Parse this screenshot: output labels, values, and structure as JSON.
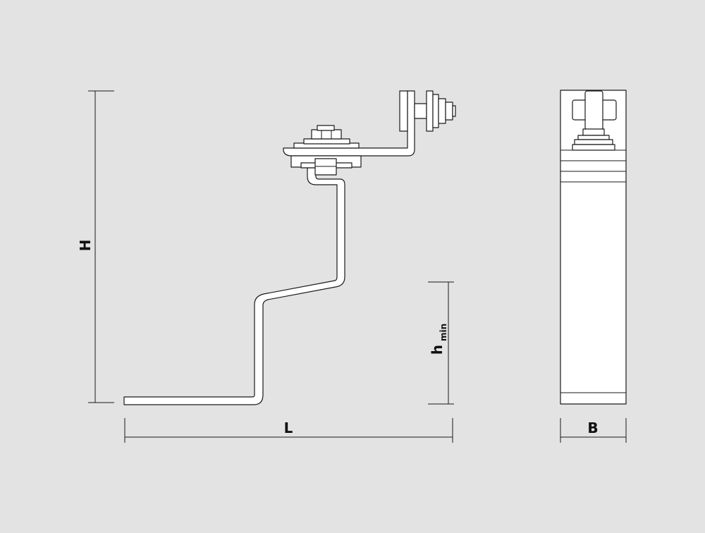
{
  "dimensions": {
    "height_label": "H",
    "min_height_label": "h",
    "min_height_subscript": "min",
    "length_label": "L",
    "width_label": "B"
  },
  "colors": {
    "background": "#e3e3e3",
    "part_fill": "#ffffff",
    "line": "#1a1a1a"
  }
}
